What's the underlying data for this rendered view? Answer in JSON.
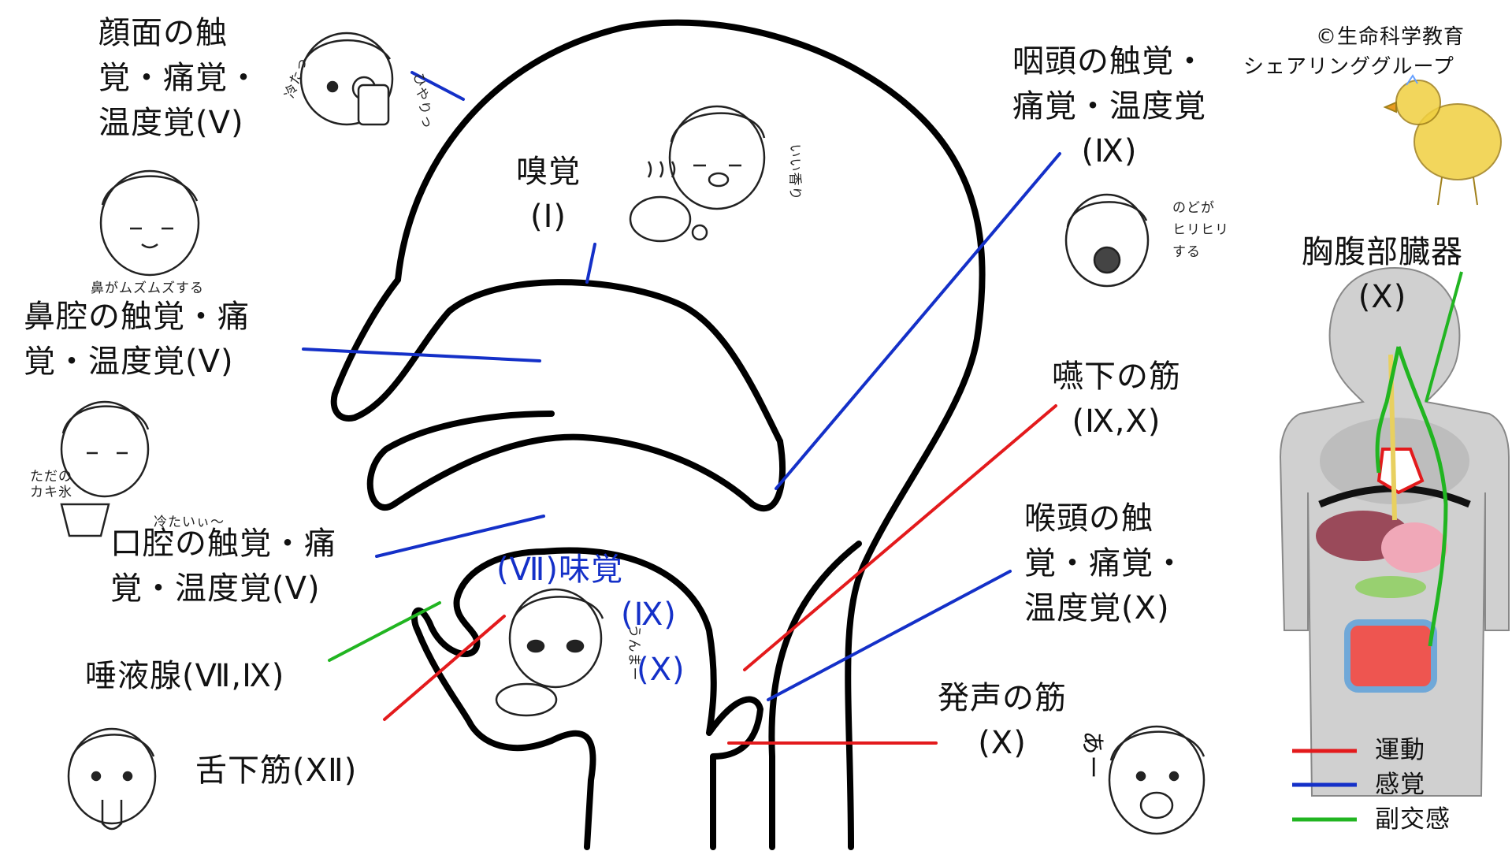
{
  "copyright": {
    "line1": "©生命科学教育",
    "line2": "シェアリンググループ"
  },
  "labels": {
    "face": "顔面の触\n覚・痛覚・\n温度覚(Ⅴ)",
    "olfaction": "嗅覚\n(Ⅰ)",
    "pharynx": "咽頭の触覚・\n痛覚・温度覚\n(Ⅸ)",
    "nasal_cavity": "鼻腔の触覚・痛\n覚・温度覚(Ⅴ)",
    "thoracoabdominal": "胸腹部臓器\n(Ⅹ)",
    "swallowing_muscles": "嚥下の筋\n(Ⅸ,Ⅹ)",
    "oral_cavity": "口腔の触覚・痛\n覚・温度覚(Ⅴ)",
    "taste": "(Ⅶ)味覚",
    "taste_ix": "(Ⅸ)",
    "taste_x": "(Ⅹ)",
    "larynx": "喉頭の触\n覚・痛覚・\n温度覚(Ⅹ)",
    "salivary": "唾液腺(Ⅶ,Ⅸ)",
    "hypoglossal": "舌下筋(ⅩⅡ)",
    "phonation": "発声の筋\n(Ⅹ)"
  },
  "doodles": {
    "cold": "冷たっ",
    "chilly": "ひやりっ",
    "nose_itch": "鼻がムズムズする",
    "just_shaved_ice": "ただの\nカキ氷",
    "cold_wave": "冷たいぃ〜",
    "nice_smell": "いい香り",
    "throat": "のどが\nヒリヒリ\nする",
    "yummy": "うんまー",
    "ah": "あー"
  },
  "legend": [
    {
      "label": "運動",
      "color": "#e31a1c"
    },
    {
      "label": "感覚",
      "color": "#1430c8"
    },
    {
      "label": "副交感",
      "color": "#21b521"
    }
  ],
  "colors": {
    "motor": "#e31a1c",
    "sensory": "#1430c8",
    "parasympathetic": "#21b521",
    "outline": "#000000",
    "body_gray": "#cfcfcf",
    "chick": "#f0d040"
  }
}
